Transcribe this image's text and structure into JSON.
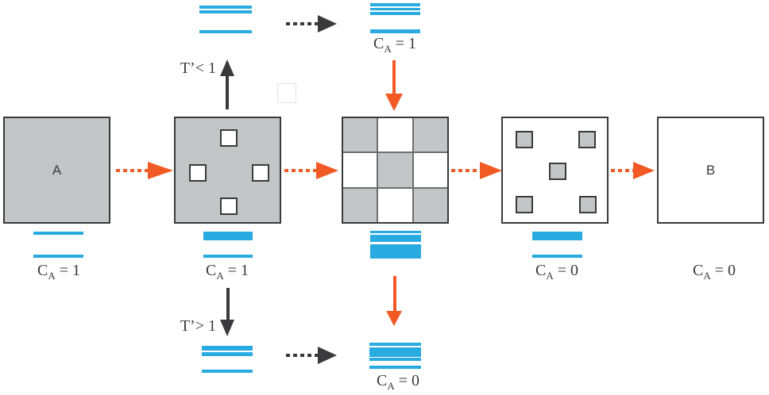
{
  "colors": {
    "blue": "#29abe2",
    "orange": "#f15a24",
    "dark": "#3a3a3c",
    "gray": "#c3c5c7",
    "grid": "#6d6e71"
  },
  "panels": {
    "a": "A",
    "b": "B"
  },
  "temperature_labels": {
    "t_less": "T’< 1",
    "t_greater": "T’> 1"
  },
  "concentration": {
    "top": {
      "sym": "C",
      "sub": "A",
      "val": "= 1"
    },
    "p1": {
      "sym": "C",
      "sub": "A",
      "val": "= 1"
    },
    "p2": {
      "sym": "C",
      "sub": "A",
      "val": "= 1"
    },
    "p4": {
      "sym": "C",
      "sub": "A",
      "val": "= 0"
    },
    "p5": {
      "sym": "C",
      "sub": "A",
      "val": "= 0"
    },
    "bottom": {
      "sym": "C",
      "sub": "A",
      "val": "= 0"
    }
  }
}
